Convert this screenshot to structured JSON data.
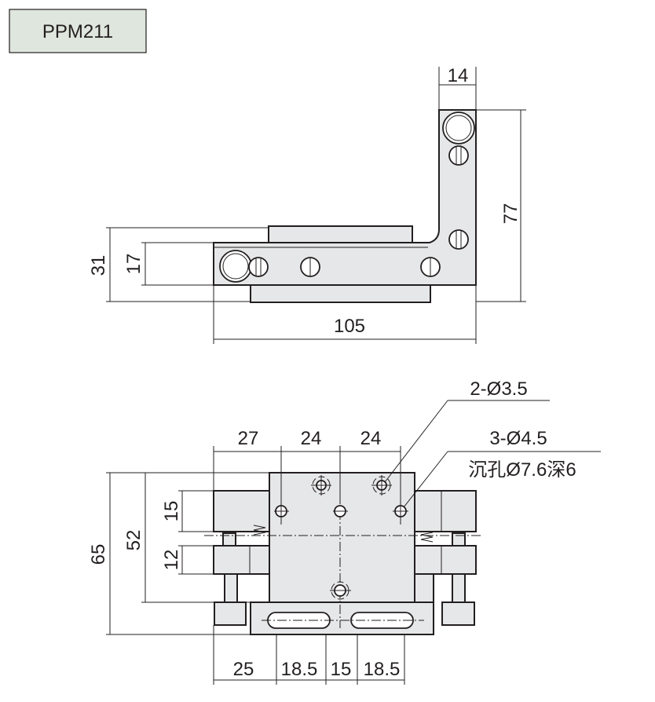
{
  "model_label": "PPM211",
  "side_view": {
    "width": "14",
    "height": "77",
    "length": "105",
    "total_height": "31",
    "bar_height": "17"
  },
  "front_view": {
    "top_dims": [
      "27",
      "24",
      "24"
    ],
    "note_1": "2-Ø3.5",
    "note_2": "3-Ø4.5",
    "note_3": "沉孔Ø7.6深6",
    "left_dims": [
      "65",
      "52",
      "15",
      "12"
    ],
    "bottom_dims": [
      "25",
      "18.5",
      "15",
      "18.5"
    ]
  },
  "colors": {
    "part_fill": "#e6e7e8",
    "label_fill": "#dfe6dd",
    "line": "#231f20"
  }
}
